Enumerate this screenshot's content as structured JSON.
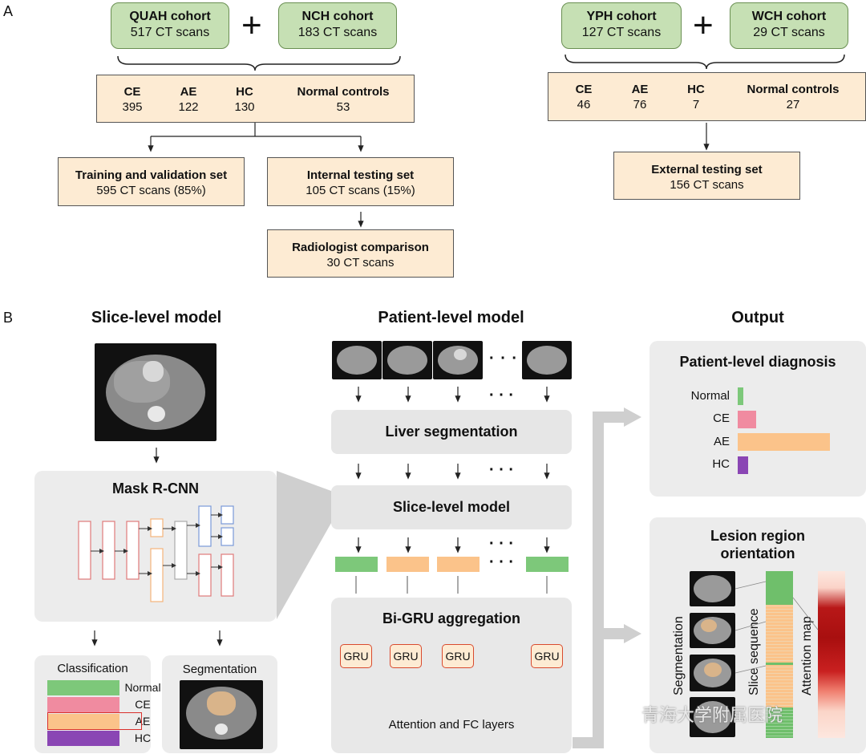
{
  "panelA": {
    "label": "A",
    "left": {
      "cohort1": {
        "name": "QUAH cohort",
        "scans": "517 CT scans"
      },
      "cohort2": {
        "name": "NCH cohort",
        "scans": "183 CT scans"
      },
      "plus": "+",
      "counts": [
        {
          "label": "CE",
          "value": "395"
        },
        {
          "label": "AE",
          "value": "122"
        },
        {
          "label": "HC",
          "value": "130"
        },
        {
          "label": "Normal controls",
          "value": "53"
        }
      ],
      "train": {
        "title": "Training and validation set",
        "detail": "595 CT scans (85%)"
      },
      "internal": {
        "title": "Internal testing set",
        "detail": "105 CT scans (15%)"
      },
      "radiologist": {
        "title": "Radiologist comparison",
        "detail": "30 CT scans"
      }
    },
    "right": {
      "cohort1": {
        "name": "YPH cohort",
        "scans": "127 CT scans"
      },
      "cohort2": {
        "name": "WCH cohort",
        "scans": "29 CT scans"
      },
      "plus": "+",
      "counts": [
        {
          "label": "CE",
          "value": "46"
        },
        {
          "label": "AE",
          "value": "76"
        },
        {
          "label": "HC",
          "value": "7"
        },
        {
          "label": "Normal controls",
          "value": "27"
        }
      ],
      "external": {
        "title": "External testing set",
        "detail": "156 CT scans"
      }
    }
  },
  "panelB": {
    "label": "B",
    "slice_title": "Slice-level model",
    "mask_rcnn": "Mask R-CNN",
    "classification": {
      "title": "Classification",
      "items": [
        "Normal",
        "CE",
        "AE",
        "HC"
      ],
      "colors": [
        "#7dc87a",
        "#f08ba0",
        "#fbc38a",
        "#8a46b4"
      ],
      "selected": "AE"
    },
    "segmentation_title": "Segmentation",
    "patient_title": "Patient-level model",
    "dots": "· · ·",
    "liver_seg": "Liver segmentation",
    "slice_model": "Slice-level model",
    "bigru": "Bi-GRU aggregation",
    "gru": "GRU",
    "attention": "Attention and FC layers",
    "output_title": "Output",
    "diagnosis": {
      "title": "Patient-level diagnosis",
      "categories": [
        "Normal",
        "CE",
        "AE",
        "HC"
      ],
      "values": [
        0.06,
        0.2,
        1.0,
        0.11
      ],
      "colors": [
        "#7dc87a",
        "#f08ba0",
        "#fbc38a",
        "#8a46b4"
      ]
    },
    "lesion": {
      "title_line1": "Lesion region",
      "title_line2": "orientation",
      "seg_label": "Segmentation",
      "slice_label": "Slice sequence",
      "attn_label": "Attention map"
    },
    "watermark": "青海大学附属医院"
  }
}
